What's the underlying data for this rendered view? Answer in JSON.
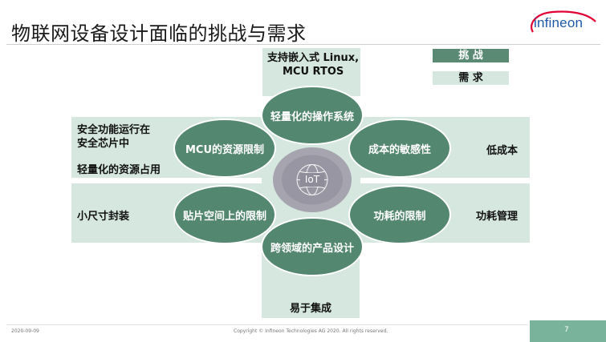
{
  "title": "物联网设备设计面临的挑战与需求",
  "logo": {
    "text": "infineon",
    "color": "#1e59a8"
  },
  "legend": {
    "challenge": "挑 战",
    "demand": "需 求"
  },
  "colors": {
    "dark_green": "#548770",
    "light_green": "#d5e7df"
  },
  "petals": {
    "top": "轻量化的操作系统",
    "left_top": "MCU的资源限制",
    "right_top": "成本的敏感性",
    "left_bottom": "贴片空间上的限制",
    "right_bottom": "功耗的限制",
    "bottom": "跨领域的产品设计"
  },
  "hub": {
    "label": "IoT"
  },
  "needs": {
    "top_line1": "支持嵌入式 Linux,",
    "top_line2": "MCU RTOS",
    "left_top_line1": "安全功能运行在",
    "left_top_line2": "安全芯片中",
    "left_top_line3": "轻量化的资源占用",
    "right_top": "低成本",
    "left_bottom": "小尺寸封装",
    "right_bottom": "功耗管理",
    "bottom": "易于集成"
  },
  "footer": {
    "date": "2020-09-09",
    "copyright": "Copyright © Infineon Technologies AG 2020. All rights reserved.",
    "page": "7"
  }
}
